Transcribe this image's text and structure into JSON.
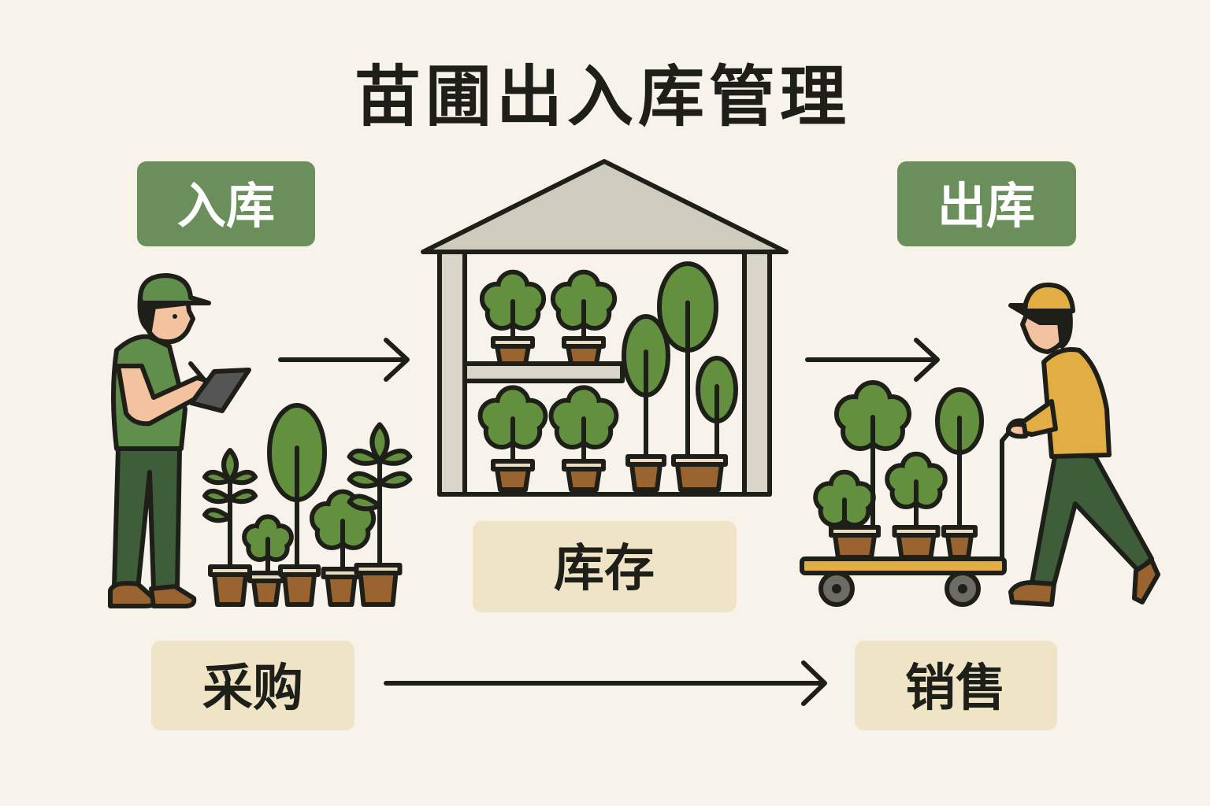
{
  "title": "苗圃出入库管理",
  "labels": {
    "inbound": "入库",
    "outbound": "出库",
    "inventory": "库存",
    "purchase": "采购",
    "sales": "销售"
  },
  "colors": {
    "background": "#f8f3ea",
    "green_label": "#6a8f5a",
    "beige_label": "#efe4c6",
    "plant_green": "#62903f",
    "pot_brown": "#9a6431",
    "worker_shirt_green": "#5f8f4a",
    "worker_shirt_yellow": "#e2ad42",
    "pants": "#3d5e38"
  }
}
